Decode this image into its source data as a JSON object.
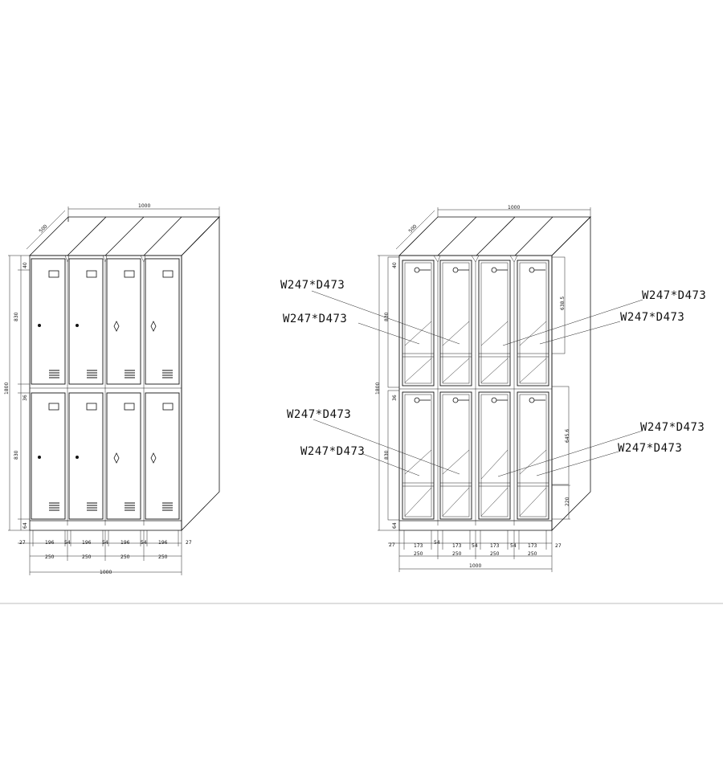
{
  "left_view": {
    "dims": {
      "total_width": "1000",
      "depth": "500",
      "height": "1800",
      "top_door": "830",
      "top_gap": "40",
      "mid_gap": "36",
      "bottom_door": "830",
      "base": "64",
      "door_width": "196",
      "divider": "54",
      "edge": "27",
      "column": "250",
      "bottom_total": "1000"
    }
  },
  "right_view": {
    "dims": {
      "total_width": "1000",
      "depth": "500",
      "height": "1800",
      "top_gap": "40",
      "top_door": "830",
      "mid_gap": "36",
      "bottom_door": "830",
      "base": "64",
      "inner_width": "173",
      "divider": "54",
      "edge": "27",
      "column": "250",
      "bottom_total": "1000",
      "upper_compartment": "638.5",
      "lower_compartment": "645.6",
      "shelf_height": "220"
    },
    "callouts": [
      "W247*D473",
      "W247*D473",
      "W247*D473",
      "W247*D473",
      "W247*D473",
      "W247*D473",
      "W247*D473",
      "W247*D473"
    ]
  }
}
